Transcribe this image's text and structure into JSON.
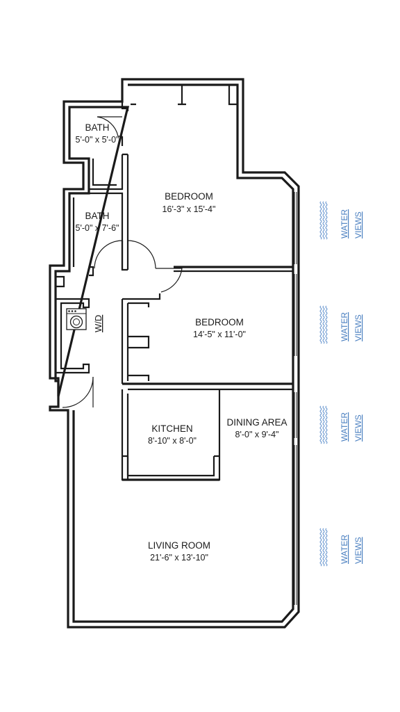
{
  "rooms": {
    "bath_1": {
      "name": "BATH",
      "dims": "5'-0\" x 5'-0\""
    },
    "bath_2": {
      "name": "BATH",
      "dims": "5'-0\" x 7'-6\""
    },
    "bedroom_1": {
      "name": "BEDROOM",
      "dims": "16'-3\" x 15'-4\""
    },
    "bedroom_2": {
      "name": "BEDROOM",
      "dims": "14'-5\" x 11'-0\""
    },
    "kitchen": {
      "name": "KITCHEN",
      "dims": "8'-10\" x 8'-0\""
    },
    "dining": {
      "name": "DINING AREA",
      "dims": "8'-0\" x 9'-4\""
    },
    "living": {
      "name": "LIVING ROOM",
      "dims": "21'-6\" x 13'-10\""
    }
  },
  "washer_dryer": {
    "label": "W/D"
  },
  "views": [
    {
      "line1": "WATER",
      "line2": "VIEWS"
    },
    {
      "line1": "WATER",
      "line2": "VIEWS"
    },
    {
      "line1": "WATER",
      "line2": "VIEWS"
    },
    {
      "line1": "WATER",
      "line2": "VIEWS"
    }
  ],
  "colors": {
    "walls": "#1a1a1a",
    "water_text": "#4a7fc0",
    "waves": "#6a98d0"
  }
}
